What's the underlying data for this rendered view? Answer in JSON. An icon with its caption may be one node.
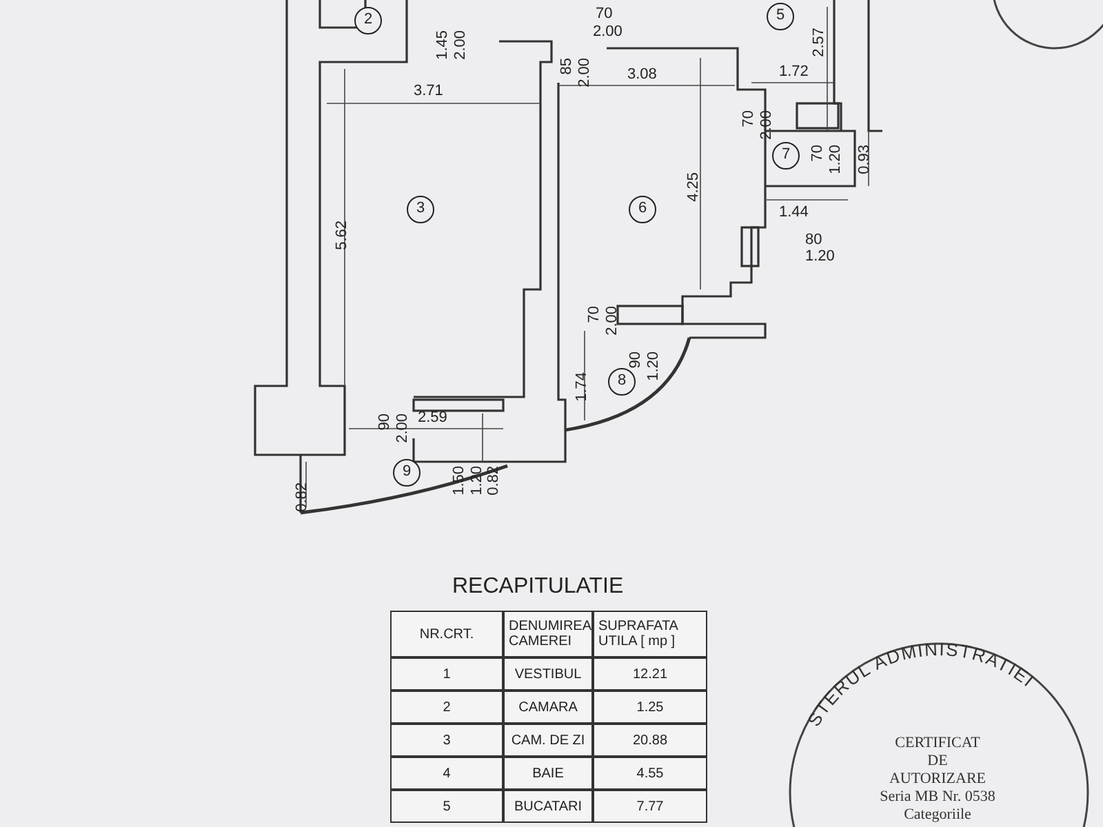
{
  "diagram": {
    "title": "RECAPITULATIE",
    "nodes": [
      {
        "text": [
          "2"
        ]
      },
      {
        "text": [
          "3"
        ]
      },
      {
        "text": [
          "5"
        ]
      },
      {
        "text": [
          "6"
        ]
      },
      {
        "text": [
          "7"
        ]
      },
      {
        "text": [
          "8"
        ]
      },
      {
        "text": [
          "9"
        ]
      }
    ],
    "labels": [
      "70",
      "2.00",
      "1.45",
      "2.00",
      "85",
      "2.00",
      "3.08",
      "2.57",
      "1.72",
      "3.71",
      "70",
      "2.00",
      "70",
      "1.20",
      "0.93",
      "1.44",
      "5.62",
      "4.25",
      "80",
      "1.20",
      "70",
      "2.00",
      "90",
      "1.20",
      "1.74",
      "90",
      "2.00",
      "2.59",
      "1.50",
      "1.20",
      "0.82",
      "0.82",
      "NR.CRT.",
      "DENUMIREA CAMEREI",
      "SUPRAFATA UTILA [ mp ]",
      "1",
      "VESTIBUL",
      "12.21",
      "2",
      "CAMARA",
      "1.25",
      "3",
      "CAM. DE ZI",
      "20.88",
      "4",
      "BAIE",
      "4.55",
      "5",
      "BUCATARI",
      "7.77",
      "STERUL ADMINISTRATIEI",
      "CERTIFICAT",
      "DE",
      "AUTORIZARE",
      "Seria MB Nr. 0538",
      "Categoriile"
    ]
  }
}
